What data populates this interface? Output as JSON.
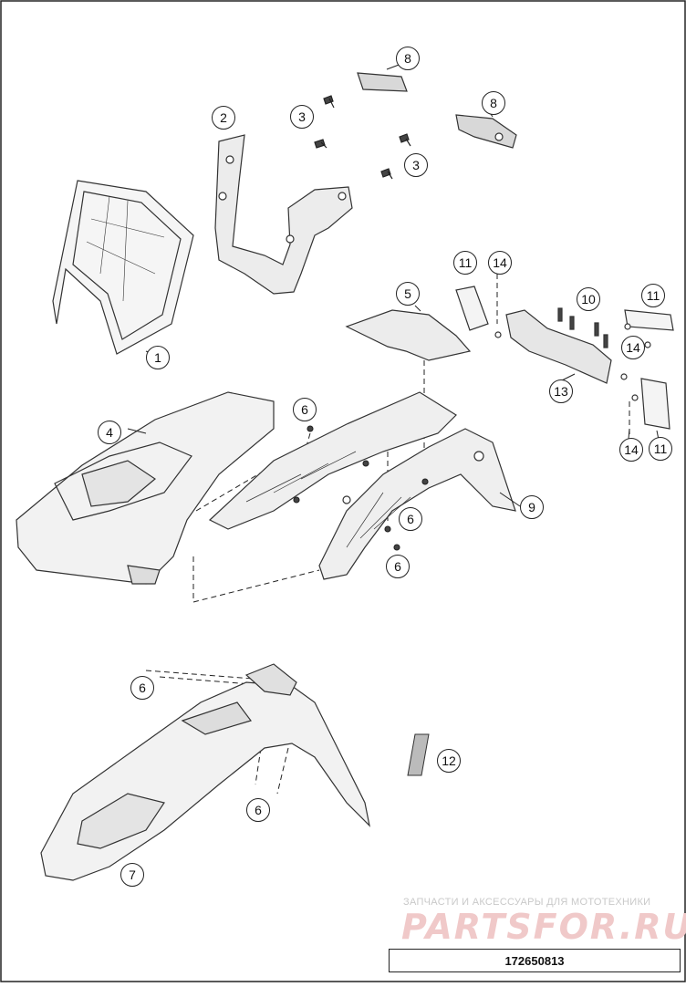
{
  "callouts": {
    "c1": "1",
    "c2": "2",
    "c3a": "3",
    "c3b": "3",
    "c4": "4",
    "c5": "5",
    "c6a": "6",
    "c6b": "6",
    "c6c": "6",
    "c6d": "6",
    "c6e": "6",
    "c7": "7",
    "c8a": "8",
    "c8b": "8",
    "c9": "9",
    "c10": "10",
    "c11a": "11",
    "c11b": "11",
    "c11c": "11",
    "c12": "12",
    "c13": "13",
    "c14a": "14",
    "c14b": "14",
    "c14c": "14"
  },
  "watermark": {
    "top_text": "ЗАПЧАСТИ И АКСЕССУАРЫ ДЛЯ МОТОТЕХНИКИ",
    "logo_text": "PARTSFOR.RU"
  },
  "diagram_code": "172650813",
  "colors": {
    "line": "#222222",
    "watermark_logo": "#f0c9c9",
    "watermark_text": "#c9c9c9"
  }
}
